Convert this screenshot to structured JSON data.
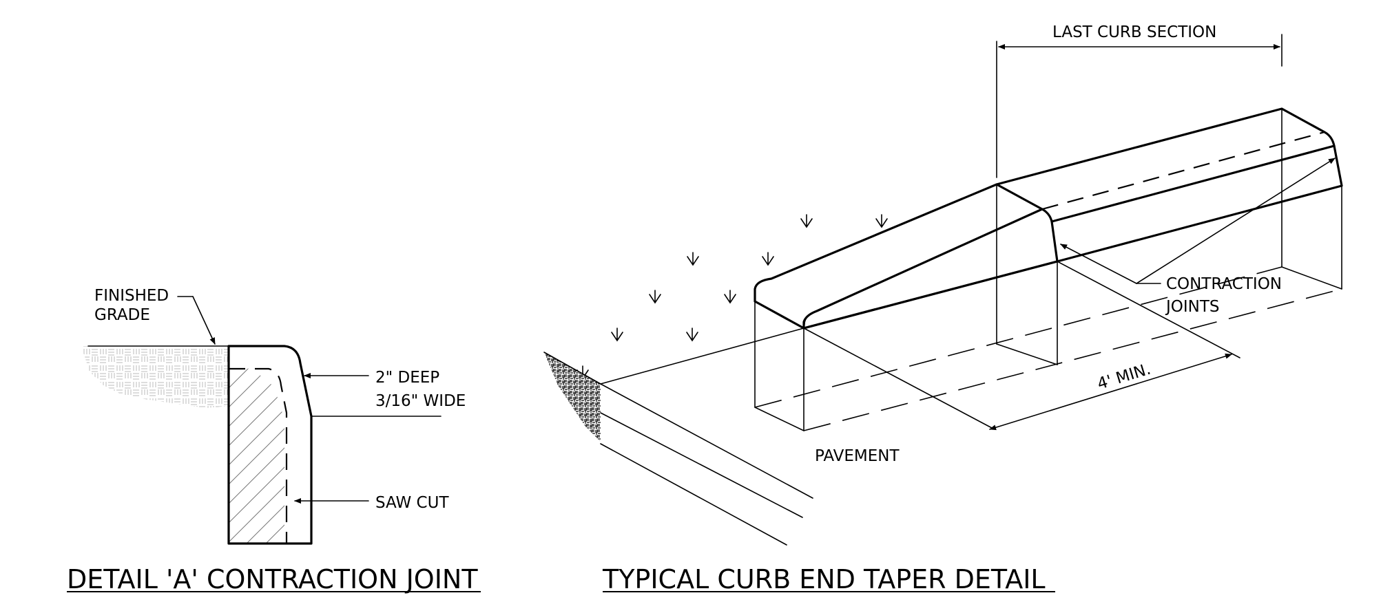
{
  "detail_a": {
    "finished_grade_line1": "FINISHED",
    "finished_grade_line2": "GRADE",
    "depth_line1": "2\" DEEP",
    "depth_line2": "3/16\" WIDE",
    "saw_cut": "SAW CUT",
    "title": "DETAIL 'A' CONTRACTION JOINT"
  },
  "taper_detail": {
    "last_curb_section": "LAST CURB SECTION",
    "contraction_line1": "CONTRACTION",
    "contraction_line2": "JOINTS",
    "min_length": "4' MIN.",
    "pavement": "PAVEMENT",
    "title": "TYPICAL CURB END TAPER DETAIL"
  },
  "colors": {
    "ink": "#000000",
    "paper": "#ffffff"
  }
}
